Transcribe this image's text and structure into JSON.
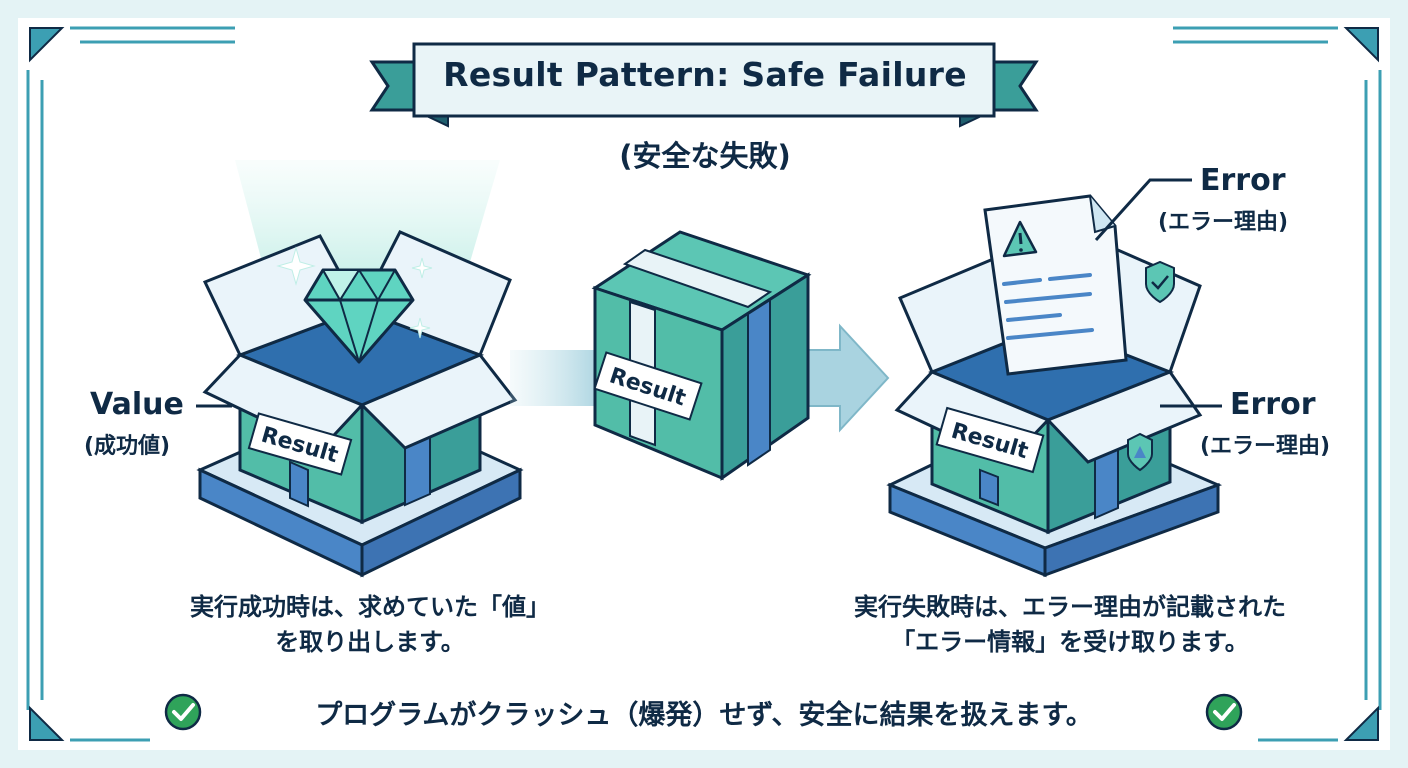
{
  "title": "Result Pattern: Safe Failure",
  "subtitle": "(安全な失敗)",
  "left": {
    "label_en": "Value",
    "label_jp": "(成功値)",
    "box_label": "Result",
    "caption_line1": "実行成功時は、求めていた「値」",
    "caption_line2": "を取り出します。"
  },
  "center": {
    "box_label": "Result"
  },
  "right": {
    "label_top_en": "Error",
    "label_top_jp": "(エラー理由)",
    "label_side_en": "Error",
    "label_side_jp": "(エラー理由)",
    "box_label": "Result",
    "caption_line1": "実行失敗時は、エラー理由が記載された",
    "caption_line2": "「エラー情報」を受け取ります。"
  },
  "bottom_note": "プログラムがクラッシュ（爆発）せず、安全に結果を扱えます。",
  "colors": {
    "navy": "#0f2a45",
    "teal": "#4cb8a6",
    "teal_dark": "#2f8f86",
    "blue": "#4a86c7",
    "frame": "#3c9fb3",
    "check": "#2fa35a"
  },
  "icons": [
    "diamond-icon",
    "sparkle-icon",
    "arrow-right-icon",
    "warning-icon",
    "shield-check-icon",
    "check-circle-icon"
  ]
}
